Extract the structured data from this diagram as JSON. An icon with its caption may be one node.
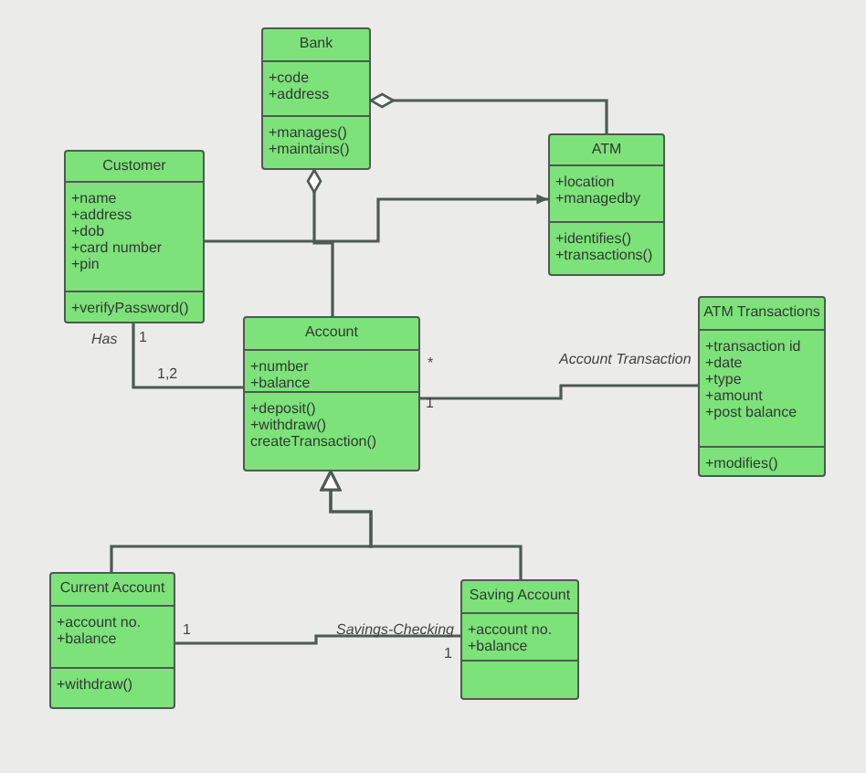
{
  "diagram": {
    "nodes": [
      {
        "text": [
          "Bank",
          "+code",
          "+address",
          "+manages()",
          "+maintains()"
        ]
      },
      {
        "text": [
          "Customer",
          "+name",
          "+address",
          "+dob",
          "+card number",
          "+pin",
          "+verifyPassword()"
        ]
      },
      {
        "text": [
          "ATM",
          "+location",
          "+managedby",
          "+identifies()",
          "+transactions()"
        ]
      },
      {
        "text": [
          "Account",
          "+number",
          "+balance",
          "+deposit()",
          "+withdraw()",
          "createTransaction()"
        ]
      },
      {
        "text": [
          "ATM Transactions",
          "+transaction id",
          "+date",
          "+type",
          "+amount",
          "+post balance",
          "+modifies()"
        ]
      },
      {
        "text": [
          "Current Account",
          "+account no.",
          "+balance",
          "+withdraw()"
        ]
      },
      {
        "text": [
          "Saving Account",
          "+account no.",
          "+balance"
        ]
      }
    ],
    "edges": [
      {
        "from": 0,
        "to": 2,
        "arrow": "other"
      },
      {
        "from": 0,
        "to": 3,
        "arrow": "other"
      },
      {
        "from": 1,
        "to": 2,
        "arrow": "to"
      },
      {
        "from": 1,
        "to": 3,
        "arrow": "none",
        "label": "Has"
      },
      {
        "from": 3,
        "to": 4,
        "arrow": "none",
        "label": "Account Transaction"
      },
      {
        "from": 5,
        "to": 3,
        "arrow": "to"
      },
      {
        "from": 6,
        "to": 3,
        "arrow": "to"
      },
      {
        "from": 5,
        "to": 6,
        "arrow": "none",
        "label": "Savings-Checking"
      }
    ],
    "labels": [
      "1",
      "*",
      "1,2",
      "1",
      "1",
      "1"
    ]
  }
}
